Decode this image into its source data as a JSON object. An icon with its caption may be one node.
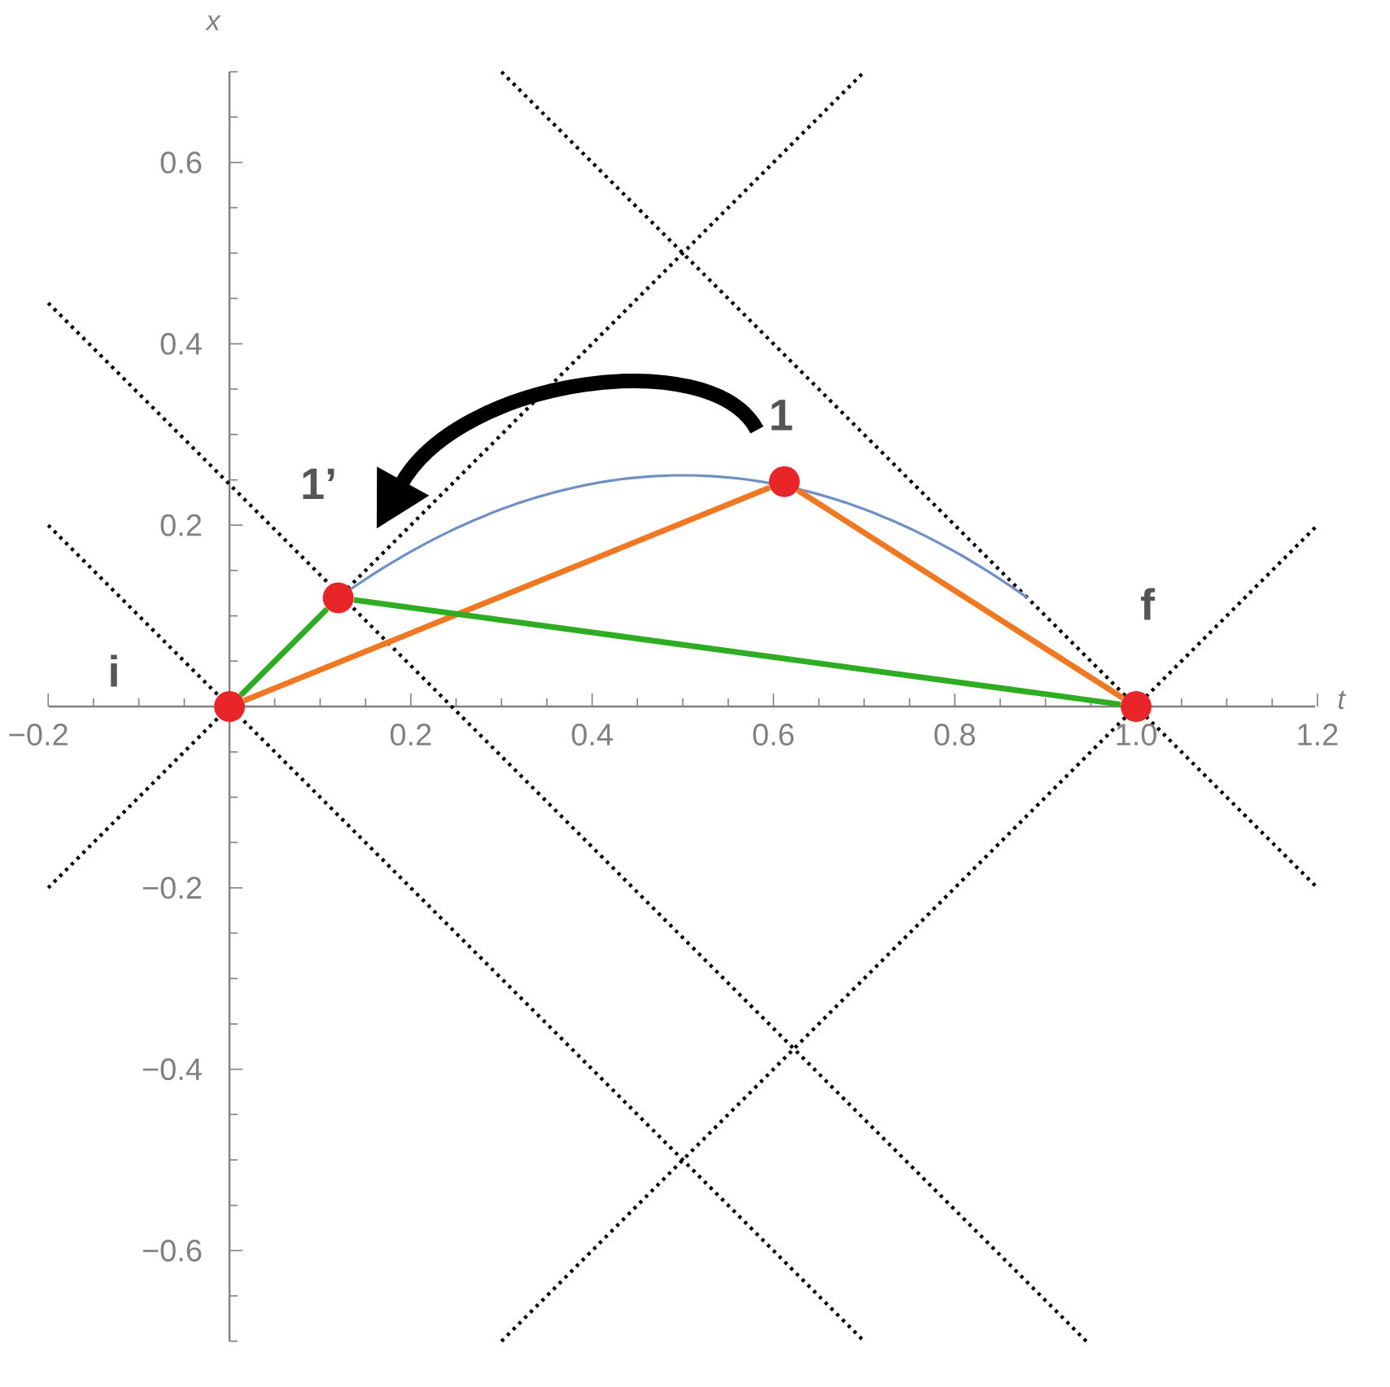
{
  "diagram": {
    "nodes": [
      {
        "text": [
          "1"
        ]
      },
      {
        "text": [
          "1’"
        ]
      },
      {
        "text": [
          "f"
        ]
      },
      {
        "text": [
          "i"
        ]
      }
    ],
    "edges": [
      {
        "from": 0,
        "to": 1,
        "arrow": "to",
        "style": "thick",
        "color": "#000000"
      },
      {
        "from": 3,
        "to": 0,
        "arrow": "none",
        "color": "#f07822"
      },
      {
        "from": 0,
        "to": 2,
        "arrow": "none",
        "color": "#f07822"
      },
      {
        "from": 3,
        "to": 1,
        "arrow": "none",
        "color": "#2eac22"
      },
      {
        "from": 1,
        "to": 2,
        "arrow": "none",
        "color": "#2eac22"
      }
    ],
    "labels": [
      "x",
      "0.6",
      "0.4",
      "0.2",
      "−0.2",
      "0.2",
      "0.4",
      "0.6",
      "0.8",
      "1.0",
      "1.2",
      "t",
      "−0.2",
      "−0.4",
      "−0.6"
    ]
  }
}
